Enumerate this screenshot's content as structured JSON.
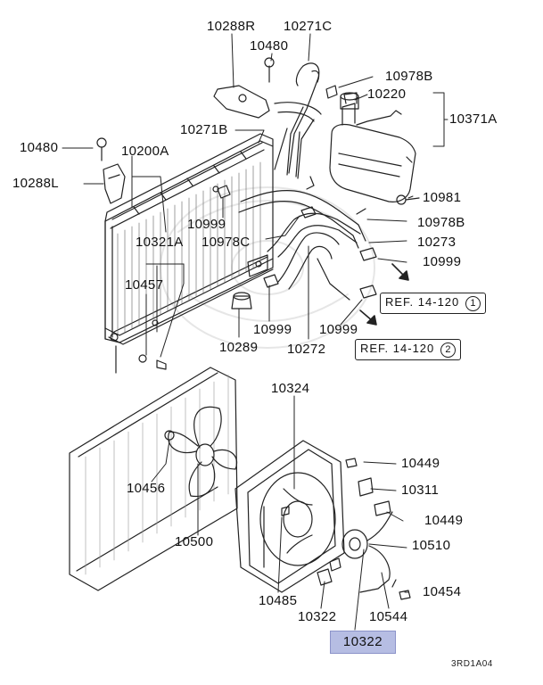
{
  "labels": {
    "p10288R": "10288R",
    "p10271C": "10271C",
    "p10480a": "10480",
    "p10978Ba": "10978B",
    "p10220": "10220",
    "p10371A": "10371A",
    "p10271B": "10271B",
    "p10480b": "10480",
    "p10200A": "10200A",
    "p10288L": "10288L",
    "p10981": "10981",
    "p10999a": "10999",
    "p10978Bb": "10978B",
    "p10321A": "10321A",
    "p10978C": "10978C",
    "p10273": "10273",
    "p10999b": "10999",
    "p10457": "10457",
    "p10999c": "10999",
    "p10999d": "10999",
    "p10289": "10289",
    "p10272": "10272",
    "p10324": "10324",
    "p10449a": "10449",
    "p10456": "10456",
    "p10311": "10311",
    "p10449b": "10449",
    "p10500": "10500",
    "p10510": "10510",
    "p10485": "10485",
    "p10454": "10454",
    "p10322": "10322",
    "p10544": "10544"
  },
  "refs": {
    "ref1_text": "REF. 14-120",
    "ref1_num": "1",
    "ref2_text": "REF. 14-120",
    "ref2_num": "2"
  },
  "highlight_label": "10322",
  "diagram_code": "3RD1A04"
}
